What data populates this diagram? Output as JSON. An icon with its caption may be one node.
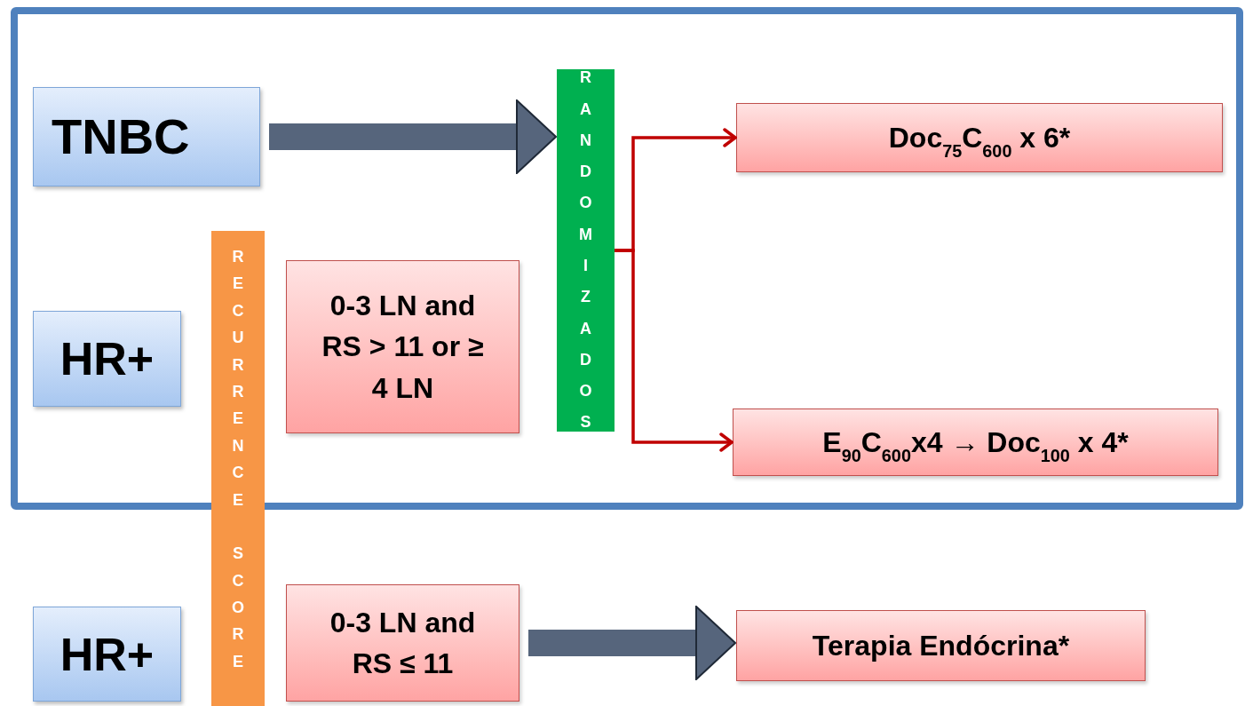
{
  "diagram": {
    "nodes": [
      {
        "text": [],
        "shape": "box"
      },
      {
        "text": [
          "TNBC"
        ],
        "in": 0
      },
      {
        "text": [
          "RANDOMIZADOS"
        ],
        "in": 0
      },
      {
        "text": [
          "Doc$_{75}$C$_{600}$ x 6*"
        ],
        "in": 0
      },
      {
        "text": [
          "HR+"
        ],
        "in": 0
      },
      {
        "text": [
          "RECURRENCE SCORE"
        ]
      },
      {
        "text": [
          "0-3 LN and RS > 11 or ≥ 4 LN"
        ],
        "in": 0
      },
      {
        "text": [
          "E$_{90}$C$_{600}$x4 → Doc$_{100}$ x 4*"
        ],
        "in": 0
      },
      {
        "text": [
          "HR+"
        ]
      },
      {
        "text": [
          "0-3 LN and RS ≤ 11"
        ]
      },
      {
        "text": [
          "Terapia Endócrina*"
        ]
      }
    ],
    "edges": [
      {
        "from": 1,
        "to": 2,
        "arrow": "to",
        "style": "thick",
        "color": "#56657c"
      },
      {
        "from": 2,
        "to": 3,
        "arrow": "to",
        "color": "#c00000"
      },
      {
        "from": 2,
        "to": 7,
        "arrow": "to",
        "color": "#c00000"
      },
      {
        "from": 9,
        "to": 10,
        "arrow": "to",
        "style": "thick",
        "color": "#56657c"
      }
    ]
  }
}
